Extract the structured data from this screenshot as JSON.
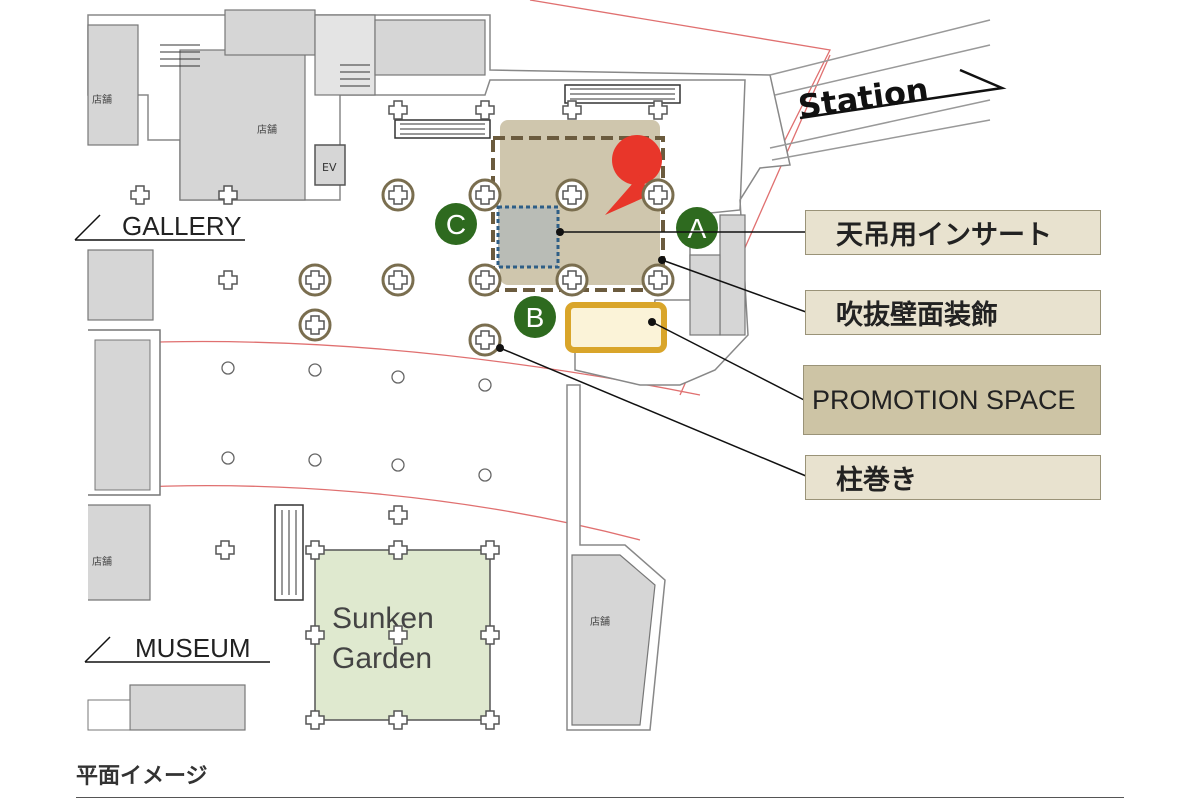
{
  "map": {
    "labels": {
      "station": "Station",
      "gallery": "GALLERY",
      "museum": "MUSEUM",
      "sunken_garden_line1": "Sunken",
      "sunken_garden_line2": "Garden",
      "ev": "EV",
      "shop": "店舗"
    },
    "markers": {
      "a": "A",
      "b": "B",
      "c": "C"
    },
    "callouts": [
      {
        "id": "ceiling-insert",
        "text": "天吊用インサート"
      },
      {
        "id": "atrium-wall-decoration",
        "text": "吹抜壁面装飾"
      },
      {
        "id": "promotion-space",
        "text": "PROMOTION SPACE"
      },
      {
        "id": "pillar-wrap",
        "text": "柱巻き"
      }
    ],
    "colors": {
      "marker_green": "#2e6a1f",
      "highlight_area": "#cfc6ad",
      "promo_outline": "#d9a52a",
      "promo_fill": "#fbf3d8",
      "sunken_garden": "#dfe9cf",
      "red_marker": "#e8362a",
      "wall_gray": "#d6d6d6",
      "red_line": "#e07070"
    }
  },
  "caption": "平面イメージ"
}
